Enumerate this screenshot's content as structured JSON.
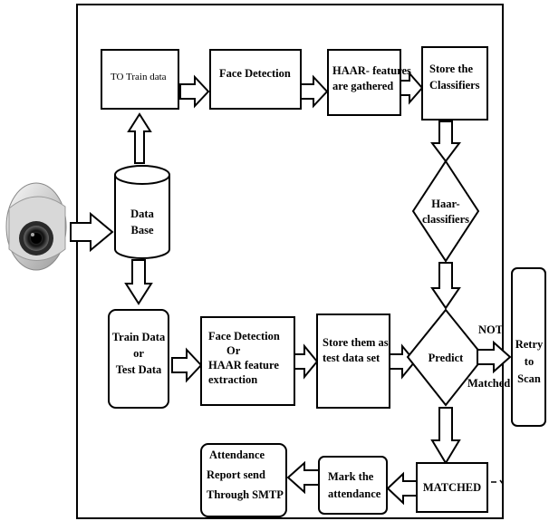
{
  "nodes": {
    "to_train": "TO Train data",
    "face_detection": "Face Detection",
    "haar_gathered": [
      "HAAR- features",
      "are gathered"
    ],
    "store_classifiers": [
      "Store the",
      "Classifiers"
    ],
    "database": [
      "Data",
      "Base"
    ],
    "haar_classifiers": [
      "Haar-",
      "classifiers"
    ],
    "train_test": [
      "Train Data",
      "or",
      "Test Data"
    ],
    "face_or_haar": [
      "Face Detection",
      "Or",
      "HAAR feature",
      "extraction"
    ],
    "store_test": [
      "Store them as",
      "test data set"
    ],
    "predict": "Predict",
    "not_label": "NOT",
    "matched_side": "Matched",
    "retry": [
      "Retry",
      "to",
      "Scan"
    ],
    "matched": "MATCHED",
    "mark_attendance": [
      "Mark the",
      "attendance"
    ],
    "report": [
      "Attendance",
      "Report send",
      "Through SMTP"
    ]
  },
  "icons": {
    "camera": "security-camera-icon"
  }
}
